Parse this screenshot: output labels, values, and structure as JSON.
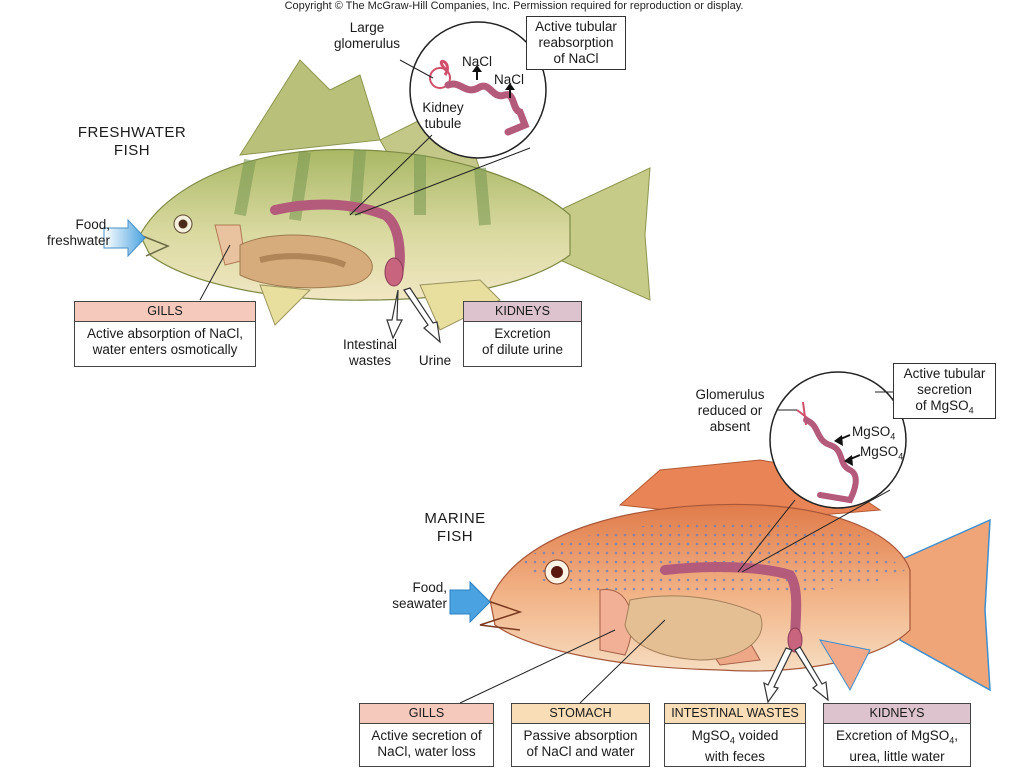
{
  "copyright": "Copyright © The McGraw-Hill Companies, Inc. Permission required for reproduction or display.",
  "colors": {
    "gills_header": "#f6c9bd",
    "stomach_header": "#f9ddb6",
    "intestinal_header": "#f9ddb6",
    "kidneys_header": "#dcc3cd",
    "freshwater_fish_body": "#c9cf8a",
    "marine_fish_body": "#ec9c6c",
    "kidney": "#b45a7a",
    "arrow_blue": "#6bb6e6"
  },
  "freshwater": {
    "title_line1": "FRESHWATER",
    "title_line2": "FISH",
    "input_line1": "Food,",
    "input_line2": "freshwater",
    "inset": {
      "large_glomerulus_line1": "Large",
      "large_glomerulus_line2": "glomerulus",
      "kidney_tubule_line1": "Kidney",
      "kidney_tubule_line2": "tubule",
      "nacl_1": "NaCl",
      "nacl_2": "NaCl",
      "callout_line1": "Active tubular",
      "callout_line2": "reabsorption",
      "callout_line3": "of NaCl"
    },
    "outputs": {
      "intestinal_line1": "Intestinal",
      "intestinal_line2": "wastes",
      "urine": "Urine"
    },
    "boxes": {
      "gills_header": "GILLS",
      "gills_line1": "Active absorption of NaCl,",
      "gills_line2": "water enters osmotically",
      "kidneys_header": "KIDNEYS",
      "kidneys_line1": "Excretion",
      "kidneys_line2": "of dilute urine"
    }
  },
  "marine": {
    "title_line1": "MARINE",
    "title_line2": "FISH",
    "input_line1": "Food,",
    "input_line2": "seawater",
    "inset": {
      "glomerulus_line1": "Glomerulus",
      "glomerulus_line2": "reduced or",
      "glomerulus_line3": "absent",
      "mgso4_1": "MgSO",
      "mgso4_2": "MgSO",
      "subscript_4": "4",
      "callout_line1": "Active tubular",
      "callout_line2": "secretion",
      "callout_line3": "of MgSO",
      "callout_sub": "4"
    },
    "boxes": {
      "gills_header": "GILLS",
      "gills_line1": "Active secretion of",
      "gills_line2": "NaCl, water loss",
      "stomach_header": "STOMACH",
      "stomach_line1": "Passive absorption",
      "stomach_line2": "of NaCl and water",
      "intestinal_header": "INTESTINAL WASTES",
      "intestinal_line1_pre": "MgSO",
      "intestinal_line1_sub": "4",
      "intestinal_line1_post": " voided",
      "intestinal_line2": "with feces",
      "kidneys_header": "KIDNEYS",
      "kidneys_line1_pre": "Excretion of MgSO",
      "kidneys_line1_sub": "4",
      "kidneys_line1_post": ",",
      "kidneys_line2": "urea, little water"
    }
  }
}
